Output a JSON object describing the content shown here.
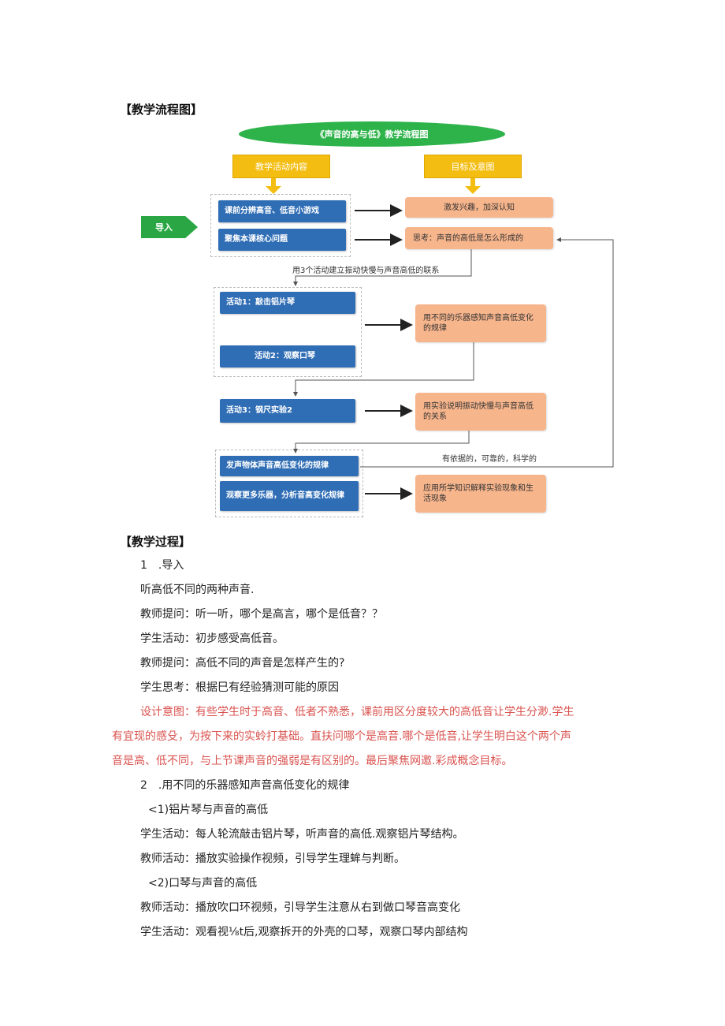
{
  "section1": "【教学流程图】",
  "diagram": {
    "banner": "《声音的高与低》教学流程图",
    "header_left": "教学活动内容",
    "header_right": "目标及意图",
    "intro": "导入",
    "blue": [
      "课前分辨高音、低音小游戏",
      "聚焦本课核心问题",
      "活动1：敲击铝片琴",
      "活动2：观察口琴",
      "活动3：钢尺实验2",
      "发声物体声音高低变化的规律",
      "观察更多乐器，分析音高变化规律"
    ],
    "orange": [
      "激发兴趣，加深认知",
      "思考：声音的高低是怎么形成的",
      "用不同的乐器感知声音高低变化的规律",
      "用实验说明振动快慢与声音高低的关系",
      "应用所学知识解释实验现象和生活现象"
    ],
    "label_link": "用3个活动建立振动快慢与声音高低的联系",
    "label_feedback": "有依据的，可靠的，科学的"
  },
  "section2": "【教学过程】",
  "process": [
    "1　.导入",
    "听高低不同的两种声音.",
    "教师提问：听一听，哪个是高言，哪个是低音？？",
    "学生活动：初步感受高低音。",
    "教师提问：高低不同的声音是怎样产生的?",
    "学生思考：根据巳有经验猜测可能的原因",
    "设计意图：有些学生时于高音、低者不熟悉，课前用区分度较大的高低音让学生分渺.学生",
    "有宜现的感殳，为按下来的实蛉打基础。直扶问哪个是高音.哪个是低音,让学生明白这个两个声",
    "音是高、低不同，与上节课声音的强弱是有区别的。最后聚焦网邀.彩成概念目标。",
    "2　.用不同的乐器感知声音高低变化的规律",
    "<1)铝片琴与声音的高低",
    "学生活动：每人轮流敲击铝片琴，听声音的高低.观察铝片琴结构。",
    "教师活动：播放实验操作视频，引导学生理蛑与判断。",
    "<2)口琴与声音的高低",
    "教师活动：播放吹口环视频，引导学生注意从右到做口琴音高变化",
    "学生活动：观看视⅛t后,观察拆开的外壳的口琴，观察口琴内部结构"
  ]
}
